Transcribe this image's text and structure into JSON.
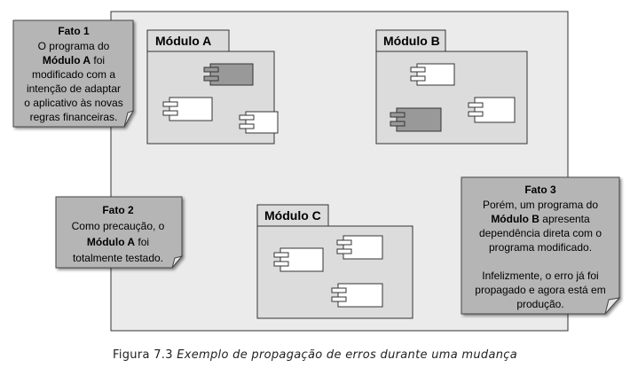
{
  "modules": {
    "a": {
      "title": "Módulo A"
    },
    "b": {
      "title": "Módulo B"
    },
    "c": {
      "title": "Módulo C"
    }
  },
  "notes": {
    "fato1": {
      "title": "Fato 1",
      "lines": [
        [
          {
            "t": "O programa do"
          }
        ],
        [
          {
            "t": "Módulo A",
            "b": true
          },
          {
            "t": " foi"
          }
        ],
        [
          {
            "t": "modificado com a"
          }
        ],
        [
          {
            "t": "intenção de adaptar"
          }
        ],
        [
          {
            "t": "o aplicativo às novas"
          }
        ],
        [
          {
            "t": "regras financeiras."
          }
        ]
      ]
    },
    "fato2": {
      "title": "Fato 2",
      "lines": [
        [
          {
            "t": "Como precaução, o"
          }
        ],
        [
          {
            "t": "Módulo A",
            "b": true
          },
          {
            "t": " foi"
          }
        ],
        [
          {
            "t": "totalmente testado."
          }
        ]
      ]
    },
    "fato3": {
      "title": "Fato 3",
      "lines": [
        [
          {
            "t": "Porém, um programa do"
          }
        ],
        [
          {
            "t": "Módulo B",
            "b": true
          },
          {
            "t": " apresenta"
          }
        ],
        [
          {
            "t": "dependência direta com o"
          }
        ],
        [
          {
            "t": "programa modificado."
          }
        ],
        [
          {
            "t": ""
          }
        ],
        [
          {
            "t": "Infelizmente, o erro já foi"
          }
        ],
        [
          {
            "t": "propagado e agora está em"
          }
        ],
        [
          {
            "t": "produção."
          }
        ]
      ]
    }
  },
  "caption": {
    "label": "Figura 7.3",
    "description": "Exemplo de propagação de erros durante uma mudança"
  }
}
